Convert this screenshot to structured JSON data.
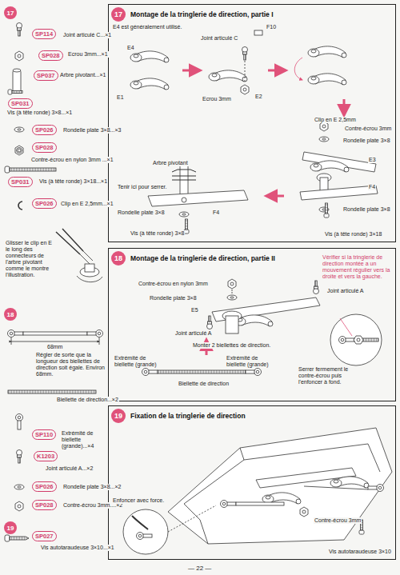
{
  "diagram": {
    "nodes": [
      {
        "text": [
          "17"
        ]
      },
      {
        "text": [
          "SP114"
        ]
      },
      {
        "text": [
          "SP028"
        ]
      },
      {
        "text": [
          "SP037"
        ]
      },
      {
        "text": [
          "SP031"
        ]
      },
      {
        "text": [
          "SP026"
        ]
      },
      {
        "text": [
          "SP028"
        ]
      },
      {
        "text": [
          "SP031"
        ]
      },
      {
        "text": [
          "SP026"
        ]
      },
      {
        "text": [
          "17",
          "Montage de la tringlerie de direction, partie I"
        ]
      },
      {
        "text": [
          "18"
        ]
      },
      {
        "text": [
          "18",
          "Montage de la tringlerie de direction, partie II"
        ]
      },
      {
        "text": [
          "SP110"
        ]
      },
      {
        "text": [
          "K1203"
        ]
      },
      {
        "text": [
          "SP026"
        ]
      },
      {
        "text": [
          "SP028"
        ]
      },
      {
        "text": [
          "19"
        ]
      },
      {
        "text": [
          "19",
          "Fixation de la tringlerie de direction"
        ]
      },
      {
        "text": [
          "SP027"
        ]
      }
    ],
    "labels": [
      "Joint articulé C...×1",
      "Ecrou 3mm...×1",
      "Arbre pivotant...×1",
      "Vis (à tête ronde) 3×8...×1",
      "Rondelle plate 3×8...×3",
      "Contre-écrou en nylon 3mm ...×1",
      "Vis (à tête ronde) 3×18...×1",
      "Clip en E 2,5mm...×1",
      "Glisser le clip en E le long des connecteurs de l'arbre pivotant comme le montre l'illustration.",
      "68mm",
      "Régler de sorte que la longueur des biellettes de direction soit égale. Environ 68mm.",
      "Biellette de direction...×2",
      "Extrémité de biellette (grande)...×4",
      "Joint articulé A...×2",
      "Rondelle plate 3×8...×2",
      "Contre-écrou 3mm....×2",
      "Vis autotaraudeuse 3×10...×1",
      "E4 est généralement utilisé.",
      "E4",
      "E1",
      "Joint articulé C",
      "F10",
      "Ecrou 3mm",
      "E2",
      "Clip en E 2,5mm",
      "Contre-écrou 3mm",
      "Rondelle plate 3×8",
      "E3",
      "F4",
      "Rondelle plate 3×8",
      "Vis (à tête ronde) 3×18",
      "Arbre pivotant",
      "Tenir ici pour serrer.",
      "Rondelle plate 3×8",
      "F4",
      "Vis (à tête ronde) 3×8",
      "Vérifier si la tringlerie de direction montée a un mouvement régulier vers la droite et vers la gauche.",
      "Contre-écrou en nylon 3mm",
      "Rondelle plate 3×8",
      "E5",
      "Joint articulé A",
      "Joint articulé A",
      "Monter 2 biellettes de direction.",
      "Extrémité de biellette (grande)",
      "Extrémité de biellette (grande)",
      "Biellette de direction",
      "Serrer fermement le contre-écrou puis l'enfoncer à fond.",
      "Enfoncer avec force.",
      "Contre-écrou 3mm",
      "Vis autotaraudeuse 3×10",
      "— 22 —"
    ]
  }
}
